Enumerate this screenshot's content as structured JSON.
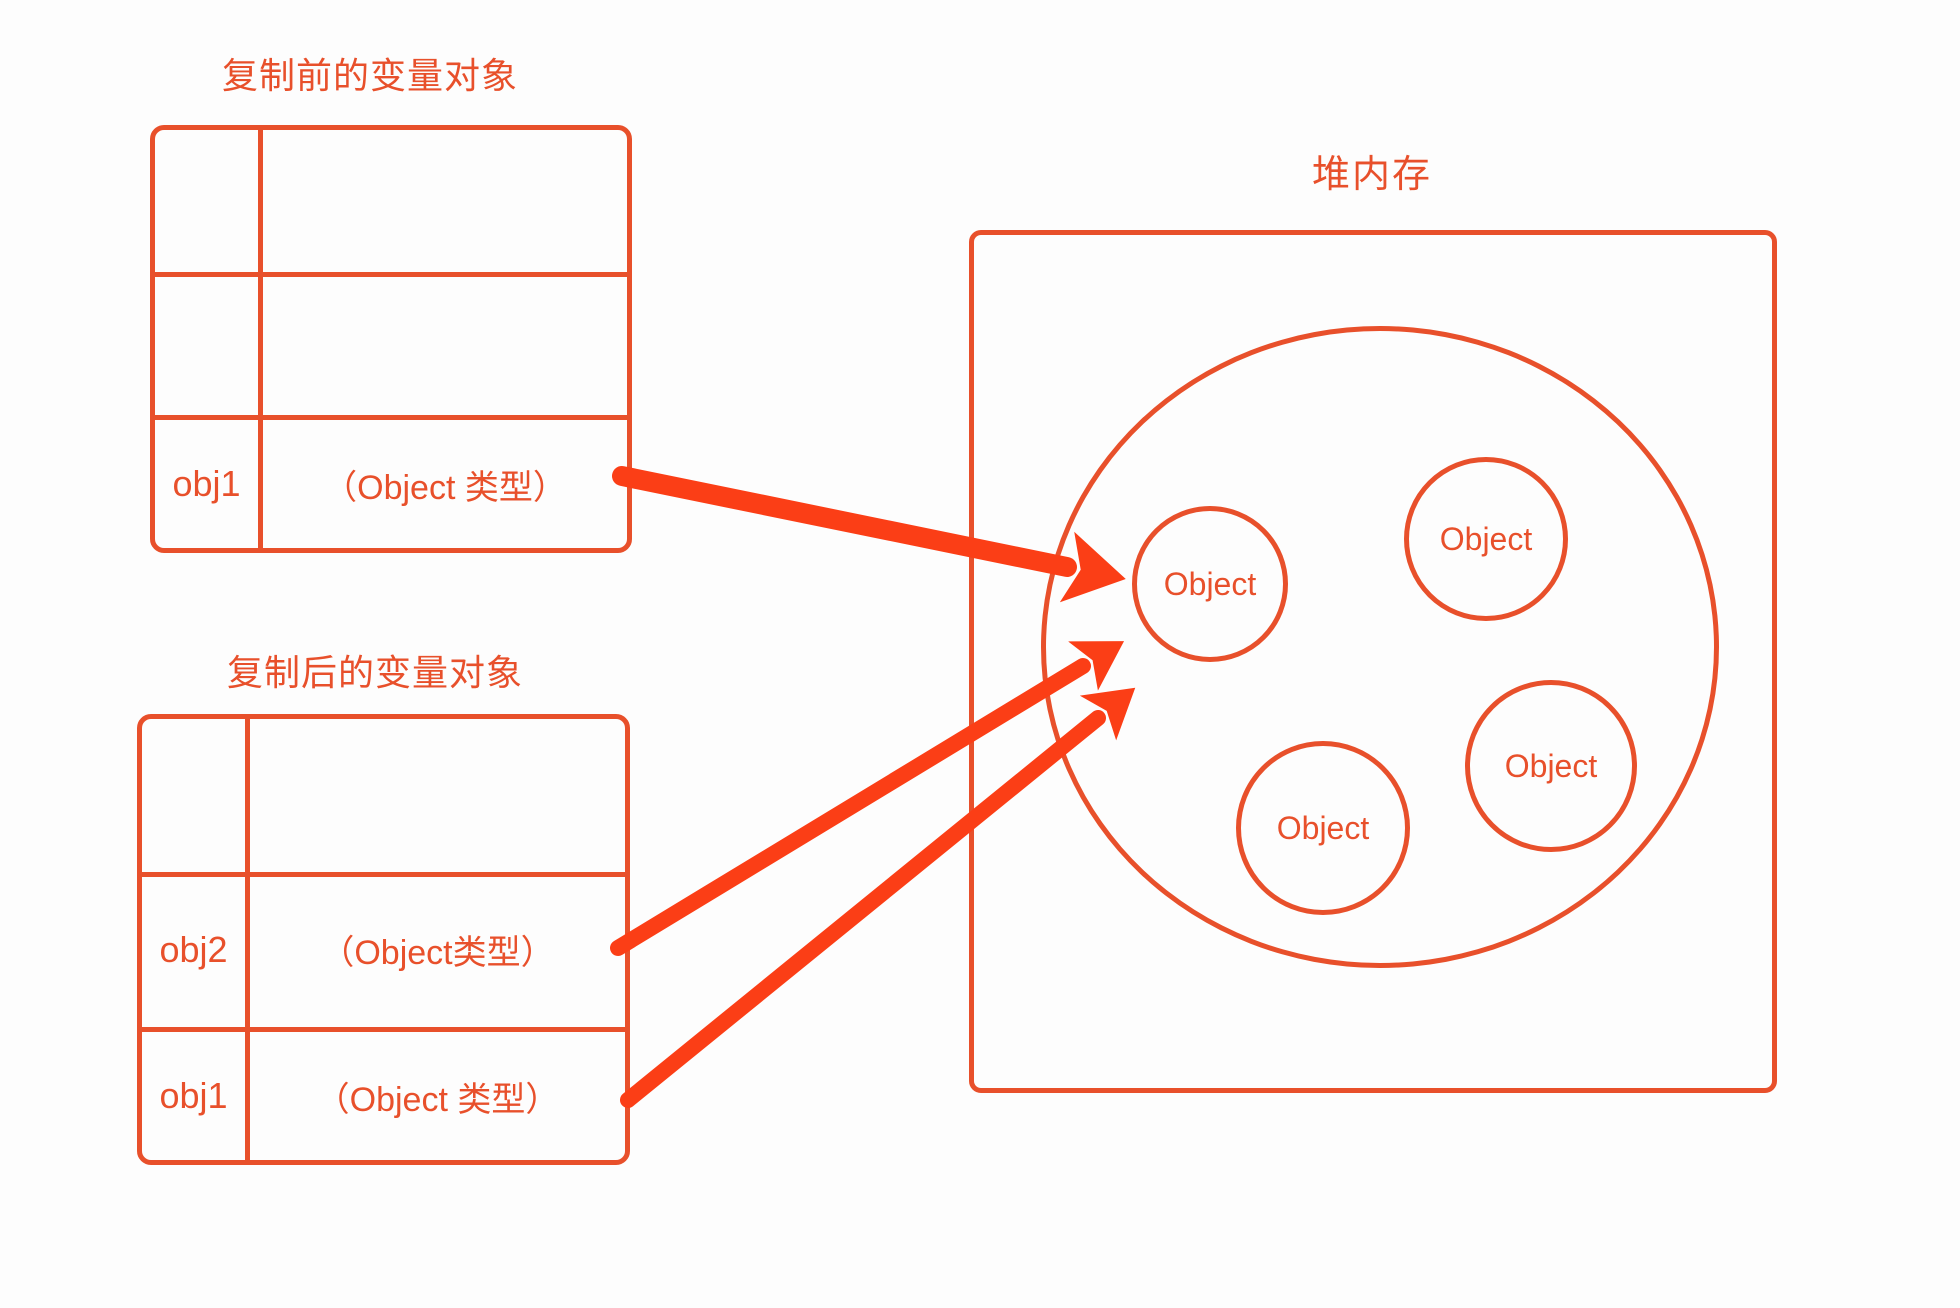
{
  "colors": {
    "stroke": "#E8502B",
    "arrow": "#FB3E16",
    "background": "#FDFDFD"
  },
  "before": {
    "title": "复制前的变量对象",
    "rows": [
      {
        "name": "",
        "value": ""
      },
      {
        "name": "",
        "value": ""
      },
      {
        "name": "obj1",
        "value": "（Object 类型）"
      }
    ]
  },
  "after": {
    "title": "复制后的变量对象",
    "rows": [
      {
        "name": "",
        "value": ""
      },
      {
        "name": "obj2",
        "value": "（Object类型）"
      },
      {
        "name": "obj1",
        "value": "（Object 类型）"
      }
    ]
  },
  "heap": {
    "title": "堆内存",
    "objects": [
      {
        "label": "Object"
      },
      {
        "label": "Object"
      },
      {
        "label": "Object"
      },
      {
        "label": "Object"
      }
    ]
  },
  "arrows": [
    {
      "from": "before-table obj1 row",
      "to": "heap object circle 1"
    },
    {
      "from": "after-table obj2 row",
      "to": "heap object circle 1"
    },
    {
      "from": "after-table obj1 row",
      "to": "heap object circle 1"
    }
  ]
}
